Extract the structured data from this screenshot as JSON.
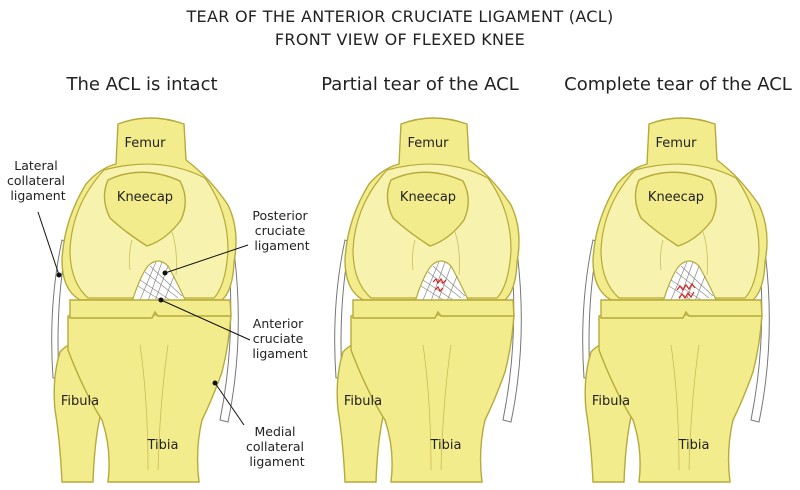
{
  "title": {
    "line1": "TEAR OF THE ANTERIOR CRUCIATE LIGAMENT (ACL)",
    "line2": "FRONT VIEW OF FLEXED KNEE"
  },
  "panels": [
    {
      "heading": "The ACL is intact",
      "femur": "Femur",
      "kneecap": "Kneecap",
      "fibula": "Fibula",
      "tibia": "Tibia",
      "acl_state": "intact"
    },
    {
      "heading": "Partial tear of the ACL",
      "femur": "Femur",
      "kneecap": "Kneecap",
      "fibula": "Fibula",
      "tibia": "Tibia",
      "acl_state": "partial tear"
    },
    {
      "heading": "Complete tear of the ACL",
      "femur": "Femur",
      "kneecap": "Kneecap",
      "fibula": "Fibula",
      "tibia": "Tibia",
      "acl_state": "complete tear"
    }
  ],
  "annotations": {
    "lateral": [
      "Lateral",
      "collateral",
      "ligament"
    ],
    "posterior": [
      "Posterior",
      "cruciate",
      "ligament"
    ],
    "anterior": [
      "Anterior",
      "cruciate",
      "ligament"
    ],
    "medial": [
      "Medial",
      "collateral",
      "ligament"
    ]
  },
  "colors": {
    "bone": "#f3ec8c",
    "outline": "#b6aa3a",
    "tear": "#d42020"
  }
}
